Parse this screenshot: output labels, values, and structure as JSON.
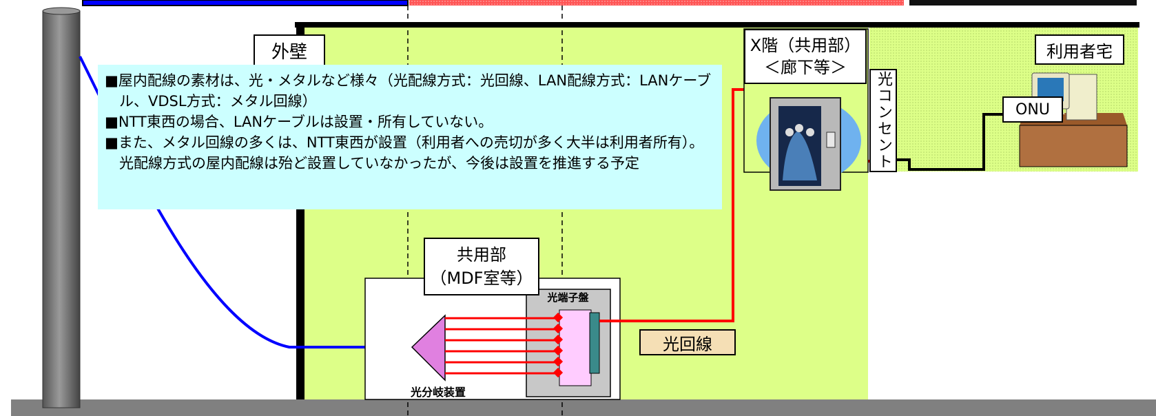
{
  "labels": {
    "exterior_wall": "外壁",
    "x_floor_line1": "X階（共用部）",
    "x_floor_line2": "＜廊下等＞",
    "user_home": "利用者宅",
    "optical_outlet": "光コンセント",
    "onu": "ONU",
    "common_area_line1": "共用部",
    "common_area_line2": "（MDF室等）",
    "optical_terminal_board": "光端子盤",
    "optical_splitter": "光分岐装置",
    "fiber_line": "光回線"
  },
  "notes": [
    "■屋内配線の素材は、光・メタルなど様々（光配線方式：光回線、LAN配線方式：LANケーブル、VDSL方式：メタル回線）",
    "■NTT東西の場合、LANケーブルは設置・所有していない。",
    "■また、メタル回線の多くは、NTT東西が設置（利用者への売切が多く大半は利用者所有）。光配線方式の屋内配線は殆ど設置していなかったが、今後は設置を推進する予定"
  ],
  "colors": {
    "building_fill": "#ddff88",
    "notes_bg": "#ccffff",
    "fiber_red": "#ff0000",
    "metal_blue": "#0000ff",
    "ground_gray": "#808080",
    "pole_gray": "#7a7a7a",
    "fiber_label_bg": "#f5dfb5",
    "desk_brown": "#b07040",
    "splitter_magenta": "#e080e0",
    "term_panel_pink": "#ffccff",
    "term_connector_teal": "#3a8a8a"
  },
  "icons": [
    "utility-pole-icon",
    "elevator-people-icon",
    "computer-icon",
    "desk-icon",
    "optical-splitter-icon"
  ]
}
